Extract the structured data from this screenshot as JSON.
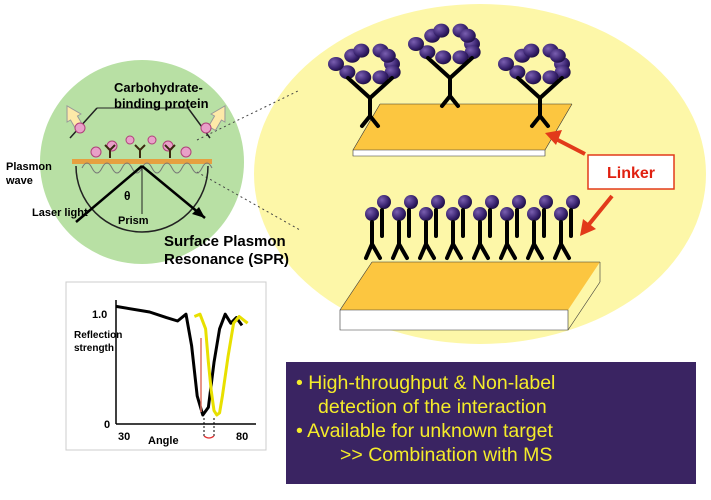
{
  "spr": {
    "protein_label": [
      "Carbohydrate-",
      "binding protein"
    ],
    "plasmon_label": [
      "Plasmon",
      "wave"
    ],
    "theta": "θ",
    "laser_label": "Laser light",
    "prism_label": "Prism",
    "title": [
      "Surface Plasmon",
      "Resonance (SPR)"
    ]
  },
  "linker": {
    "label": "Linker"
  },
  "chart_data": {
    "type": "line",
    "title": "",
    "ylabel": "Reflection strength",
    "xlabel": "Angle",
    "xlim": [
      30,
      80
    ],
    "ylim": [
      0,
      1.0
    ],
    "x_tick_labels": [
      "30",
      "80"
    ],
    "y_tick_labels": [
      "0",
      "1.0"
    ],
    "series": [
      {
        "color": "#000000",
        "x": [
          30,
          42,
          48,
          52,
          55,
          57,
          59,
          61,
          63,
          65,
          67,
          69,
          71,
          73,
          75
        ],
        "y": [
          1.05,
          1.0,
          0.95,
          0.92,
          0.98,
          0.7,
          0.25,
          0.08,
          0.15,
          0.55,
          0.85,
          0.98,
          0.9,
          0.95,
          0.88
        ]
      },
      {
        "color": "#e8e000",
        "x": [
          58,
          60,
          62,
          63,
          64,
          65,
          66,
          67,
          68,
          70,
          72,
          74,
          77
        ],
        "y": [
          0.96,
          0.98,
          0.85,
          0.55,
          0.3,
          0.12,
          0.08,
          0.1,
          0.25,
          0.6,
          0.9,
          0.96,
          0.9
        ]
      }
    ]
  },
  "info": {
    "lines": [
      "• High-throughput & Non-label",
      "detection of the interaction",
      "• Available for unknown target",
      ">> Combination with MS"
    ]
  }
}
